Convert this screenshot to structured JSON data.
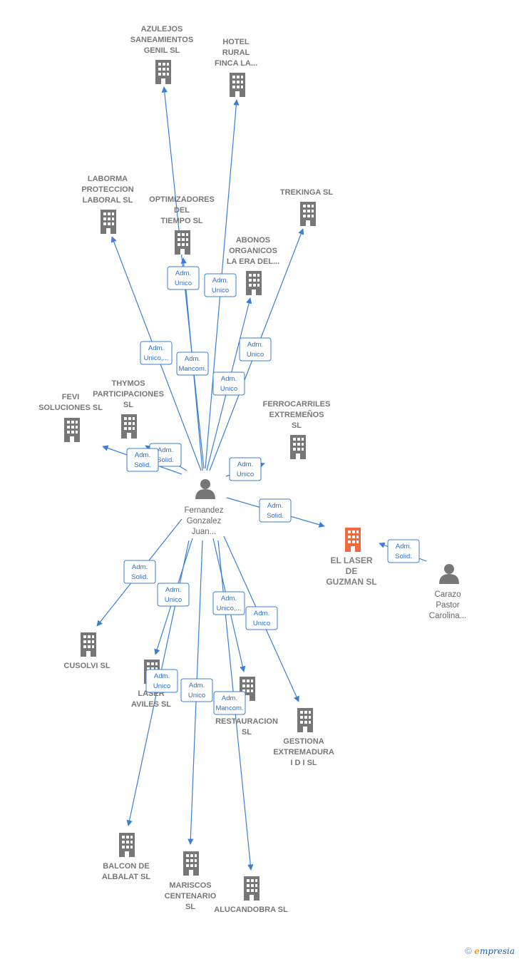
{
  "colors": {
    "edge": "#3a7fd5",
    "company": "#777777",
    "focus_company": "#f26a3b",
    "person": "#777777"
  },
  "companies": [
    {
      "id": "azulejos",
      "label": [
        "AZULEJOS",
        "SANEAMIENTOS",
        "GENIL  SL"
      ]
    },
    {
      "id": "hotel",
      "label": [
        "HOTEL",
        "RURAL",
        "FINCA LA..."
      ]
    },
    {
      "id": "laborma",
      "label": [
        "LABORMA",
        "PROTECCION",
        "LABORAL  SL"
      ]
    },
    {
      "id": "optimizadores",
      "label": [
        "OPTIMIZADORES",
        "DEL",
        "TIEMPO  SL"
      ]
    },
    {
      "id": "trekinga",
      "label": [
        "TREKINGA  SL"
      ]
    },
    {
      "id": "abonos",
      "label": [
        "ABONOS",
        "ORGANICOS",
        "LA ERA DEL..."
      ]
    },
    {
      "id": "thymos",
      "label": [
        "THYMOS",
        "PARTICIPACIONES",
        "SL"
      ]
    },
    {
      "id": "fevi",
      "label": [
        "FEVI",
        "SOLUCIONES SL"
      ]
    },
    {
      "id": "ferrocarriles",
      "label": [
        "FERROCARRILES",
        "EXTREMEÑOS",
        "SL"
      ]
    },
    {
      "id": "laser_guzman",
      "label": [
        "EL LASER",
        "DE",
        "GUZMAN  SL"
      ],
      "focus": true
    },
    {
      "id": "cusolvi",
      "label": [
        "CUSOLVI  SL"
      ]
    },
    {
      "id": "laser_aviles",
      "label": [
        "LASER",
        "AVILES  SL"
      ]
    },
    {
      "id": "restauracion",
      "label": [
        "RESTAURACION",
        "SL"
      ]
    },
    {
      "id": "gestiona",
      "label": [
        "GESTIONA",
        "EXTREMADURA",
        "I D I  SL"
      ]
    },
    {
      "id": "balcon",
      "label": [
        "BALCON DE",
        "ALBALAT SL"
      ]
    },
    {
      "id": "mariscos",
      "label": [
        "MARISCOS",
        "CENTENARIO",
        "SL"
      ]
    },
    {
      "id": "alucandobra",
      "label": [
        "ALUCANDOBRA SL"
      ]
    }
  ],
  "persons": [
    {
      "id": "fernandez",
      "label": [
        "Fernandez",
        "Gonzalez",
        "Juan..."
      ]
    },
    {
      "id": "carazo",
      "label": [
        "Carazo",
        "Pastor",
        "Carolina..."
      ]
    }
  ],
  "edges": [
    {
      "from": "fernandez",
      "to": "azulejos",
      "role": [
        "Adm.",
        "Unico"
      ]
    },
    {
      "from": "fernandez",
      "to": "hotel",
      "role": [
        "Adm.",
        "Unico"
      ]
    },
    {
      "from": "fernandez",
      "to": "laborma",
      "role": [
        "Adm.",
        "Unico,..."
      ]
    },
    {
      "from": "fernandez",
      "to": "optimizadores",
      "role": [
        "Adm.",
        "Mancom."
      ]
    },
    {
      "from": "fernandez",
      "to": "trekinga",
      "role": [
        "Adm.",
        "Unico"
      ]
    },
    {
      "from": "fernandez",
      "to": "abonos",
      "role": [
        "Adm.",
        "Unico"
      ]
    },
    {
      "from": "fernandez",
      "to": "thymos",
      "role": [
        "Adm.",
        "Solid."
      ]
    },
    {
      "from": "fernandez",
      "to": "fevi",
      "role": [
        "Adm.",
        "Solid."
      ]
    },
    {
      "from": "fernandez",
      "to": "ferrocarriles",
      "role": [
        "Adm.",
        "Unico"
      ]
    },
    {
      "from": "fernandez",
      "to": "laser_guzman",
      "role": [
        "Adm.",
        "Solid."
      ]
    },
    {
      "from": "carazo",
      "to": "laser_guzman",
      "role": [
        "Adm.",
        "Solid."
      ]
    },
    {
      "from": "fernandez",
      "to": "cusolvi",
      "role": [
        "Adm.",
        "Solid."
      ]
    },
    {
      "from": "fernandez",
      "to": "laser_aviles",
      "role": [
        "Adm.",
        "Unico"
      ]
    },
    {
      "from": "fernandez",
      "to": "restauracion",
      "role": [
        "Adm.",
        "Unico,..."
      ]
    },
    {
      "from": "fernandez",
      "to": "gestiona",
      "role": [
        "Adm.",
        "Unico"
      ]
    },
    {
      "from": "fernandez",
      "to": "balcon",
      "role": [
        "Adm.",
        "Unico"
      ]
    },
    {
      "from": "fernandez",
      "to": "mariscos",
      "role": [
        "Adm.",
        "Unico"
      ]
    },
    {
      "from": "fernandez",
      "to": "alucandobra",
      "role": [
        "Adm.",
        "Mancom."
      ]
    }
  ],
  "footer": {
    "copyright": "©",
    "brand_initial": "e",
    "brand_rest": "mpresia"
  }
}
